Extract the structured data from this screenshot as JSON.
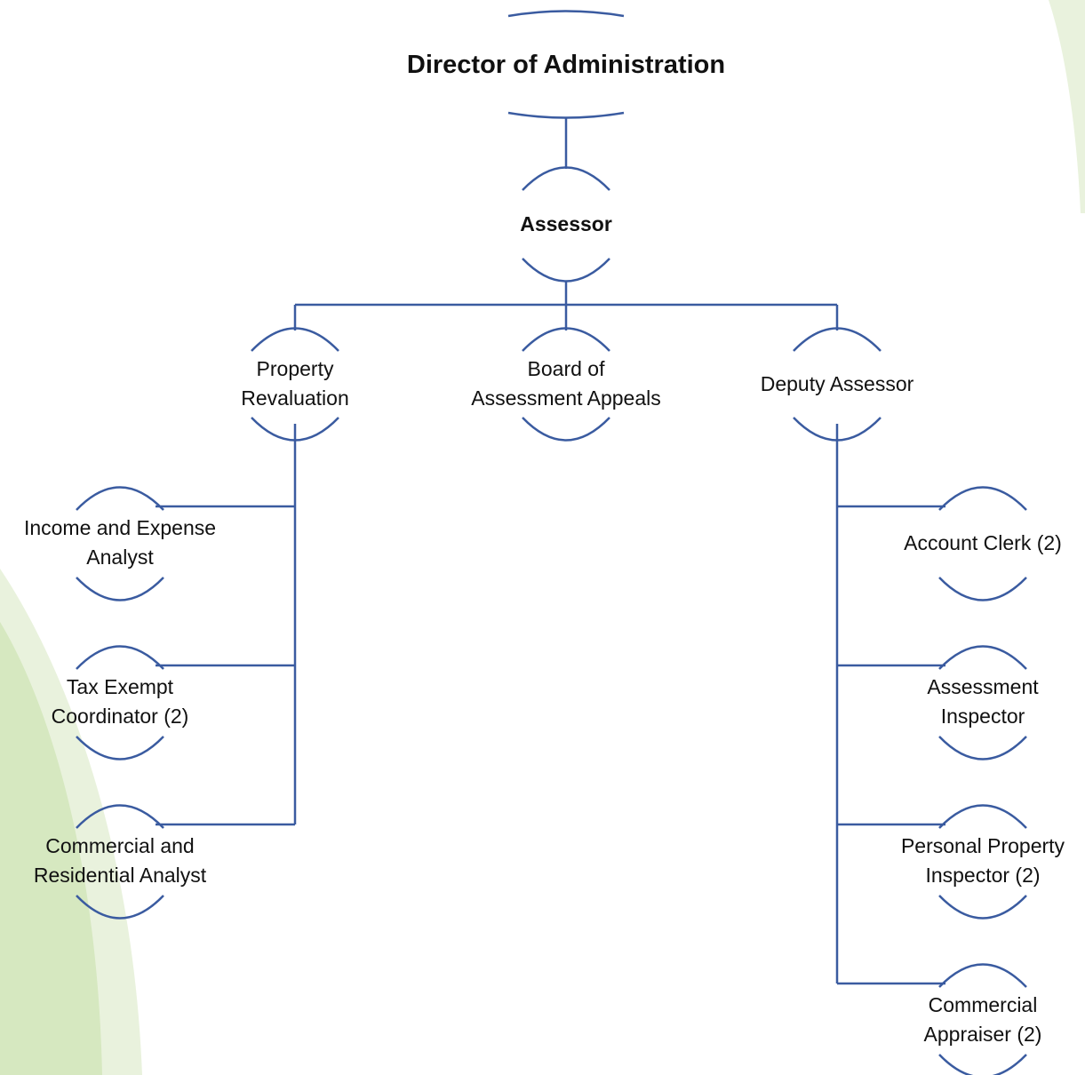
{
  "org_chart": {
    "director": {
      "label": "Director of Administration"
    },
    "assessor": {
      "label": "Assessor"
    },
    "property_revaluation": {
      "line1": "Property",
      "line2": "Revaluation"
    },
    "board_appeals": {
      "line1": "Board of",
      "line2": "Assessment Appeals"
    },
    "deputy_assessor": {
      "label": "Deputy Assessor"
    },
    "left_staff": [
      {
        "line1": "Income and Expense",
        "line2": "Analyst"
      },
      {
        "line1": "Tax Exempt",
        "line2": "Coordinator (2)"
      },
      {
        "line1": "Commercial and",
        "line2": "Residential Analyst"
      }
    ],
    "right_staff": [
      {
        "line1": "Account Clerk (2)",
        "line2": ""
      },
      {
        "line1": "Assessment",
        "line2": "Inspector"
      },
      {
        "line1": "Personal Property",
        "line2": "Inspector (2)"
      },
      {
        "line1": "Commercial",
        "line2": "Appraiser (2)"
      }
    ]
  },
  "colors": {
    "line": "#3a5ba0",
    "text": "#111111",
    "decor_green_light": "#e6f0d8",
    "decor_green_mid": "#cfe2b8"
  }
}
